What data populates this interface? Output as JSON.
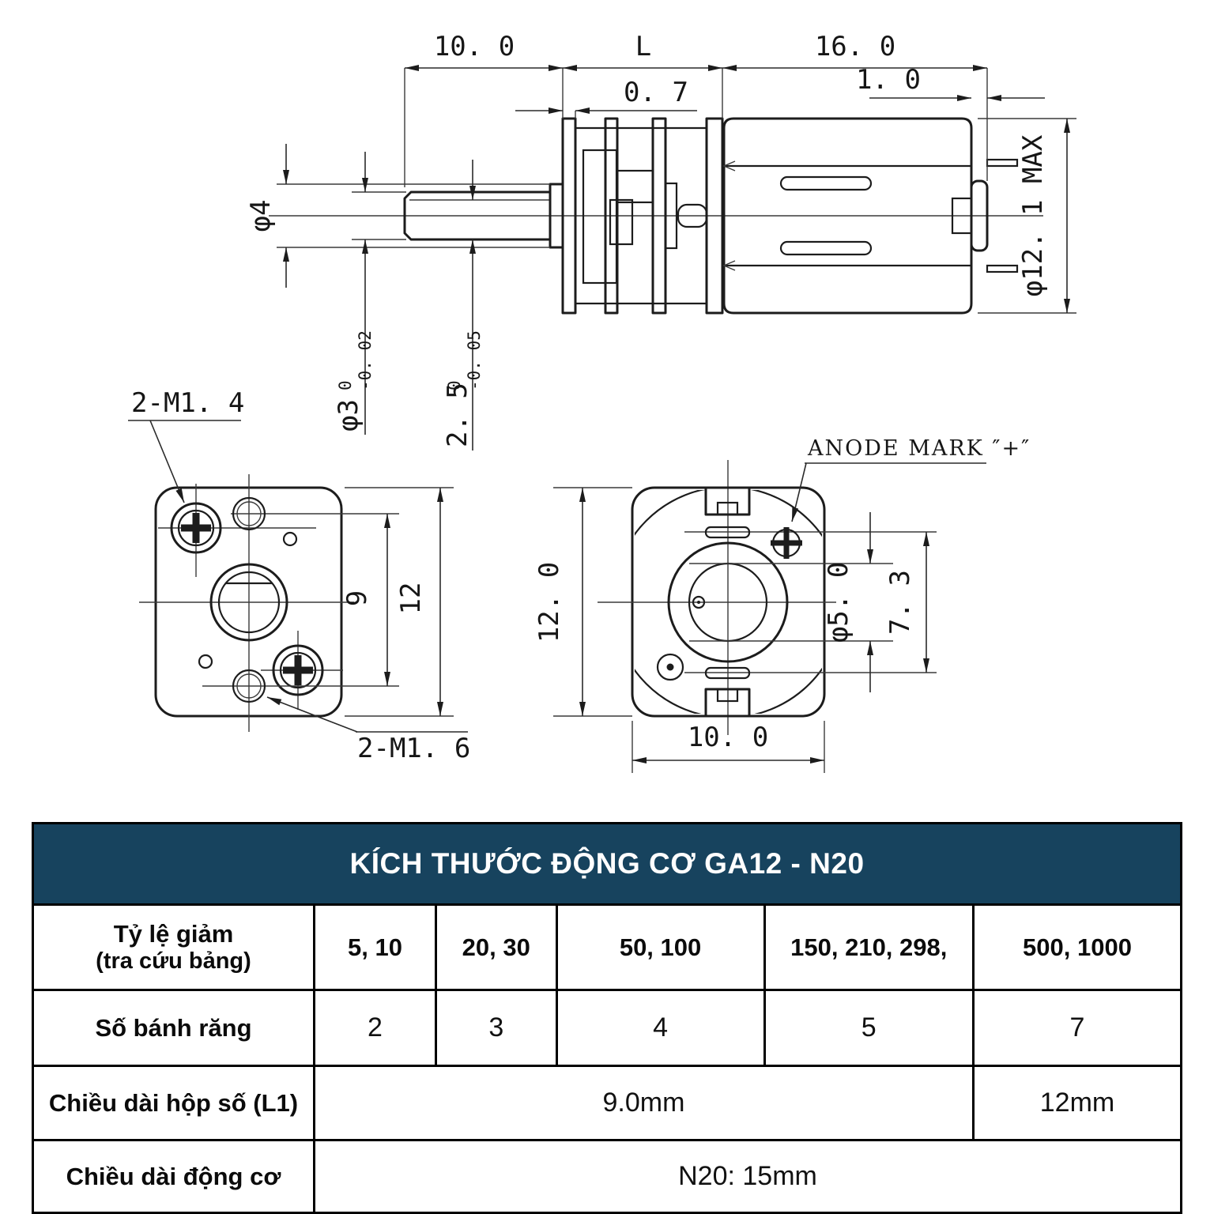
{
  "drawing": {
    "side": {
      "d10": "10. 0",
      "dL": "L",
      "d16": "16. 0",
      "d07": "0. 7",
      "d1": "1. 0",
      "phi4": "φ4",
      "phi3": "φ3",
      "phi3_hi": "0",
      "phi3_lo": "-0. 02",
      "d25": "2. 5",
      "d25_hi": "0",
      "d25_lo": "-0. 05",
      "phi121": "φ12. 1 MAX"
    },
    "front": {
      "m14": "2-M1. 4",
      "m16": "2-M1. 6",
      "d9": "9",
      "d12": "12"
    },
    "rear": {
      "anode": "ANODE MARK ″+″",
      "d12": "12. 0",
      "d10": "10. 0",
      "phi5": "φ5. 0",
      "d73": "7. 3"
    }
  },
  "table": {
    "title": "KÍCH THƯỚC ĐỘNG CƠ GA12 - N20",
    "colors": {
      "header_bg": "#17435E",
      "header_text": "#FFFFFF",
      "border": "#000000"
    },
    "rows": {
      "ratio": {
        "label": "Tỷ lệ giảm",
        "sublabel": "(tra cứu bảng)",
        "values": [
          "5, 10",
          "20, 30",
          "50, 100",
          "150, 210, 298,",
          "500, 1000"
        ]
      },
      "gears": {
        "label": "Số bánh răng",
        "values": [
          "2",
          "3",
          "4",
          "5",
          "7"
        ]
      },
      "gearbox_length": {
        "label": "Chiều dài hộp số (L1)",
        "value_main": "9.0mm",
        "value_last": "12mm"
      },
      "motor_length": {
        "label": "Chiều dài động cơ",
        "value": "N20: 15mm"
      }
    }
  }
}
